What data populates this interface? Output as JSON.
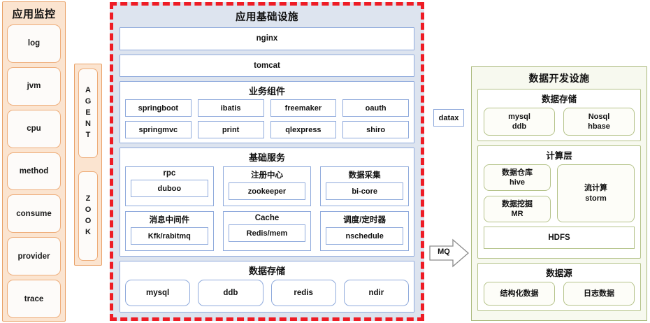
{
  "monitor": {
    "title": "应用监控",
    "items": [
      {
        "label": "log"
      },
      {
        "label": "jvm"
      },
      {
        "label": "cpu"
      },
      {
        "label": "method"
      },
      {
        "label": "consume"
      },
      {
        "label": "provider"
      },
      {
        "label": "trace"
      }
    ]
  },
  "agent_column": {
    "chips": [
      {
        "letters": [
          "A",
          "G",
          "E",
          "N",
          "T"
        ],
        "name": "AGENT"
      },
      {
        "letters": [
          "Z",
          "O",
          "O",
          "K"
        ],
        "name": "ZOOK"
      }
    ]
  },
  "app_infra": {
    "title": "应用基础设施",
    "nginx": "nginx",
    "tomcat": "tomcat",
    "biz_components": {
      "title": "业务组件",
      "items": [
        "springboot",
        "ibatis",
        "freemaker",
        "oauth",
        "springmvc",
        "print",
        "qlexpress",
        "shiro"
      ]
    },
    "base_services": {
      "title": "基础服务",
      "cards": [
        {
          "title": "rpc",
          "value": "duboo"
        },
        {
          "title": "注册中心",
          "value": "zookeeper"
        },
        {
          "title": "数据采集",
          "value": "bi-core"
        },
        {
          "title": "消息中间件",
          "value": "Kfk/rabitmq"
        },
        {
          "title": "Cache",
          "value": "Redis/mem"
        },
        {
          "title": "调度/定时器",
          "value": "nschedule"
        }
      ]
    },
    "storage": {
      "title": "数据存储",
      "items": [
        "mysql",
        "ddb",
        "redis",
        "ndir"
      ]
    }
  },
  "connectors": {
    "datax": "datax",
    "mq": "MQ"
  },
  "data_dev": {
    "title": "数据开发设施",
    "storage": {
      "title": "数据存储",
      "items": [
        {
          "main": "mysql",
          "sub": "ddb"
        },
        {
          "main": "Nosql",
          "sub": "hbase"
        }
      ]
    },
    "compute": {
      "title": "计算层",
      "left_items": [
        {
          "main": "数据仓库",
          "sub": "hive"
        },
        {
          "main": "数据挖掘",
          "sub": "MR"
        }
      ],
      "stream": {
        "main": "流计算",
        "sub": "storm"
      },
      "hdfs": "HDFS"
    },
    "source": {
      "title": "数据源",
      "items": [
        {
          "main": "结构化数据"
        },
        {
          "main": "日志数据"
        }
      ]
    }
  },
  "colors": {
    "monitor_bg": "#fbe4d0",
    "monitor_border": "#e9a268",
    "center_bg": "#dde4ef",
    "center_dashed": "#ee1c25",
    "center_box_border": "#8faadc",
    "right_bg": "#f7f9ef",
    "right_border": "#aab97c",
    "right_box_border": "#b5c38a"
  }
}
